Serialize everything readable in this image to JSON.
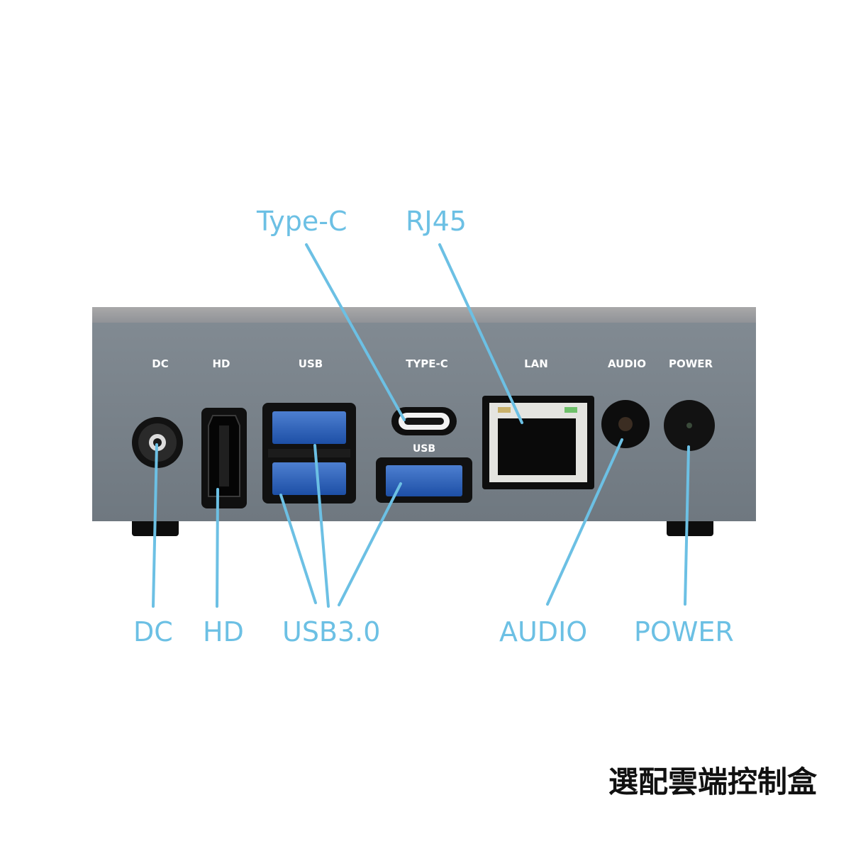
{
  "device": {
    "port_labels": [
      "DC",
      "HD",
      "USB",
      "TYPE-C",
      "LAN",
      "AUDIO",
      "POWER"
    ],
    "usb_small_label": "USB"
  },
  "callouts": {
    "type_c": "Type-C",
    "rj45": "RJ45",
    "dc": "DC",
    "hd": "HD",
    "usb3": "USB3.0",
    "audio": "AUDIO",
    "power": "POWER"
  },
  "caption": "選配雲端控制盒",
  "colors": {
    "callout": "#6cc0e4",
    "body": "#7b848c",
    "body_top": "#9a9c9e",
    "caption": "#111111"
  }
}
